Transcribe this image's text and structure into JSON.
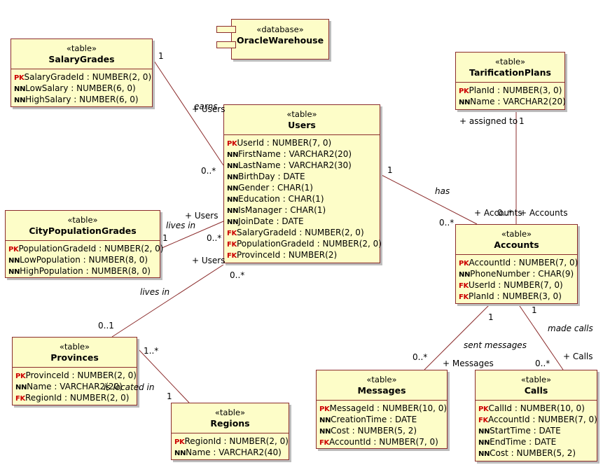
{
  "database": {
    "stereotype": "«database»",
    "name": "OracleWarehouse"
  },
  "tables": {
    "salary_grades": {
      "stereotype": "«table»",
      "name": "SalaryGrades",
      "columns": [
        {
          "key": "PK",
          "text": "SalaryGradeId : NUMBER(2, 0)"
        },
        {
          "key": "NN",
          "text": "LowSalary : NUMBER(6, 0)"
        },
        {
          "key": "NN",
          "text": "HighSalary : NUMBER(6, 0)"
        }
      ]
    },
    "users": {
      "stereotype": "«table»",
      "name": "Users",
      "columns": [
        {
          "key": "PK",
          "text": "UserId : NUMBER(7, 0)"
        },
        {
          "key": "NN",
          "text": "FirstName : VARCHAR2(20)"
        },
        {
          "key": "NN",
          "text": "LastName : VARCHAR2(30)"
        },
        {
          "key": "NN",
          "text": "BirthDay : DATE"
        },
        {
          "key": "NN",
          "text": "Gender : CHAR(1)"
        },
        {
          "key": "NN",
          "text": "Education : CHAR(1)"
        },
        {
          "key": "NN",
          "text": "IsManager : CHAR(1)"
        },
        {
          "key": "NN",
          "text": "JoinDate : DATE"
        },
        {
          "key": "FK",
          "text": "SalaryGradeId : NUMBER(2, 0)"
        },
        {
          "key": "FK",
          "text": "PopulationGradeId : NUMBER(2, 0)"
        },
        {
          "key": "FK",
          "text": "ProvinceId : NUMBER(2)"
        }
      ]
    },
    "tarification_plans": {
      "stereotype": "«table»",
      "name": "TarificationPlans",
      "columns": [
        {
          "key": "PK",
          "text": "PlanId : NUMBER(3, 0)"
        },
        {
          "key": "NN",
          "text": "Name : VARCHAR2(20)"
        }
      ]
    },
    "city_population_grades": {
      "stereotype": "«table»",
      "name": "CityPopulationGrades",
      "columns": [
        {
          "key": "PK",
          "text": "PopulationGradeId : NUMBER(2, 0)"
        },
        {
          "key": "NN",
          "text": "LowPopulation : NUMBER(8, 0)"
        },
        {
          "key": "NN",
          "text": "HighPopulation : NUMBER(8, 0)"
        }
      ]
    },
    "accounts": {
      "stereotype": "«table»",
      "name": "Accounts",
      "columns": [
        {
          "key": "PK",
          "text": "AccountId : NUMBER(7, 0)"
        },
        {
          "key": "NN",
          "text": "PhoneNumber : CHAR(9)"
        },
        {
          "key": "FK",
          "text": "UserId : NUMBER(7, 0)"
        },
        {
          "key": "FK",
          "text": "PlanId : NUMBER(3, 0)"
        }
      ]
    },
    "provinces": {
      "stereotype": "«table»",
      "name": "Provinces",
      "columns": [
        {
          "key": "PK",
          "text": "ProvinceId : NUMBER(2, 0)"
        },
        {
          "key": "NN",
          "text": "Name : VARCHAR2(20)"
        },
        {
          "key": "FK",
          "text": "RegionId : NUMBER(2, 0)"
        }
      ]
    },
    "regions": {
      "stereotype": "«table»",
      "name": "Regions",
      "columns": [
        {
          "key": "PK",
          "text": "RegionId : NUMBER(2, 0)"
        },
        {
          "key": "NN",
          "text": "Name : VARCHAR2(40)"
        }
      ]
    },
    "messages": {
      "stereotype": "«table»",
      "name": "Messages",
      "columns": [
        {
          "key": "PK",
          "text": "MessageId : NUMBER(10, 0)"
        },
        {
          "key": "NN",
          "text": "CreationTime : DATE"
        },
        {
          "key": "NN",
          "text": "Cost : NUMBER(5, 2)"
        },
        {
          "key": "FK",
          "text": "AccountId : NUMBER(7, 0)"
        }
      ]
    },
    "calls": {
      "stereotype": "«table»",
      "name": "Calls",
      "columns": [
        {
          "key": "PK",
          "text": "CallId : NUMBER(10, 0)"
        },
        {
          "key": "FK",
          "text": "AccountId : NUMBER(7, 0)"
        },
        {
          "key": "NN",
          "text": "StartTime : DATE"
        },
        {
          "key": "NN",
          "text": "EndTime : DATE"
        },
        {
          "key": "NN",
          "text": "Cost : NUMBER(5, 2)"
        }
      ]
    }
  },
  "relationships": {
    "earns": {
      "name": "earns",
      "one": "1",
      "many": "0..*",
      "role": "+ Users"
    },
    "lives_in_city": {
      "name": "lives in",
      "one": "1",
      "many": "0..*",
      "role": "+ Users"
    },
    "lives_in_province": {
      "name": "lives in",
      "one": "0..1",
      "many": "0..*",
      "role": "+ Users"
    },
    "has": {
      "name": "has",
      "one": "1",
      "many": "0..*",
      "role": "+ Accounts"
    },
    "assigned_to": {
      "name": "+ assigned to",
      "one": "1",
      "many": "0..*",
      "role": "+ Accounts"
    },
    "is_located_in": {
      "name": "is located in",
      "one": "1",
      "many": "1..*"
    },
    "sent_messages": {
      "name": "sent messages",
      "one": "1",
      "many": "0..*",
      "role": "+ Messages"
    },
    "made_calls": {
      "name": "made calls",
      "one": "1",
      "many": "0..*",
      "role": "+ Calls"
    }
  },
  "colors": {
    "table_fill": "#fdfdc8",
    "table_border": "#8b2c2c",
    "key_red": "#cc0000",
    "shadow": "#bdbdbd"
  }
}
